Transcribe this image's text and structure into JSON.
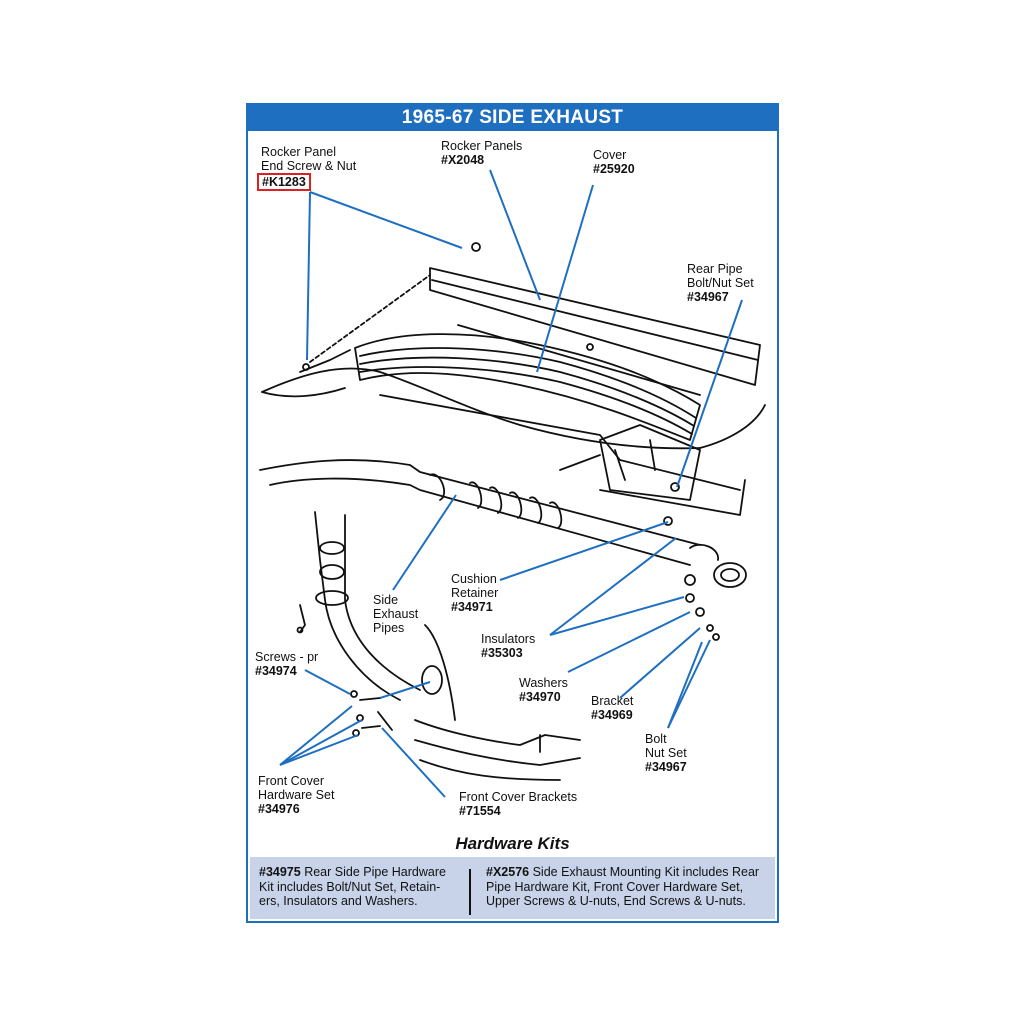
{
  "title": "1965-67 SIDE EXHAUST",
  "labels": {
    "rocker_screw": {
      "line1": "Rocker Panel",
      "line2": "End Screw & Nut",
      "part": "#K1283"
    },
    "rocker_panels": {
      "line1": "Rocker Panels",
      "part": "#X2048"
    },
    "cover": {
      "line1": "Cover",
      "part": "#25920"
    },
    "rear_pipe": {
      "line1": "Rear Pipe",
      "line2": "Bolt/Nut Set",
      "part": "#34967"
    },
    "cushion": {
      "line1": "Cushion",
      "line2": "Retainer",
      "part": "#34971"
    },
    "side_pipes": {
      "line1": "Side",
      "line2": "Exhaust",
      "line3": "Pipes"
    },
    "insulators": {
      "line1": "Insulators",
      "part": "#35303"
    },
    "screws": {
      "line1": "Screws - pr",
      "part": "#34974"
    },
    "washers": {
      "line1": "Washers",
      "part": "#34970"
    },
    "bracket": {
      "line1": "Bracket",
      "part": "#34969"
    },
    "bolt_nut": {
      "line1": "Bolt",
      "line2": "Nut Set",
      "part": "#34967"
    },
    "front_cover_hw": {
      "line1": "Front Cover",
      "line2": "Hardware Set",
      "part": "#34976"
    },
    "front_brackets": {
      "line1": "Front Cover Brackets",
      "part": "#71554"
    }
  },
  "kits": {
    "heading": "Hardware Kits",
    "left": {
      "part": "#34975",
      "text1": " Rear Side Pipe Hardware",
      "text2": "Kit includes Bolt/Nut Set, Retain-",
      "text3": "ers, Insulators and Washers."
    },
    "right": {
      "part": "#X2576",
      "text1": " Side Exhaust Mounting Kit includes Rear",
      "text2": "Pipe Hardware Kit, Front Cover Hardware Set,",
      "text3": "Upper Screws & U-nuts, End Screws & U-nuts."
    }
  },
  "colors": {
    "accent": "#1f6fc0",
    "highlight": "#e0201e",
    "kit_box": "#c8d3ea"
  }
}
